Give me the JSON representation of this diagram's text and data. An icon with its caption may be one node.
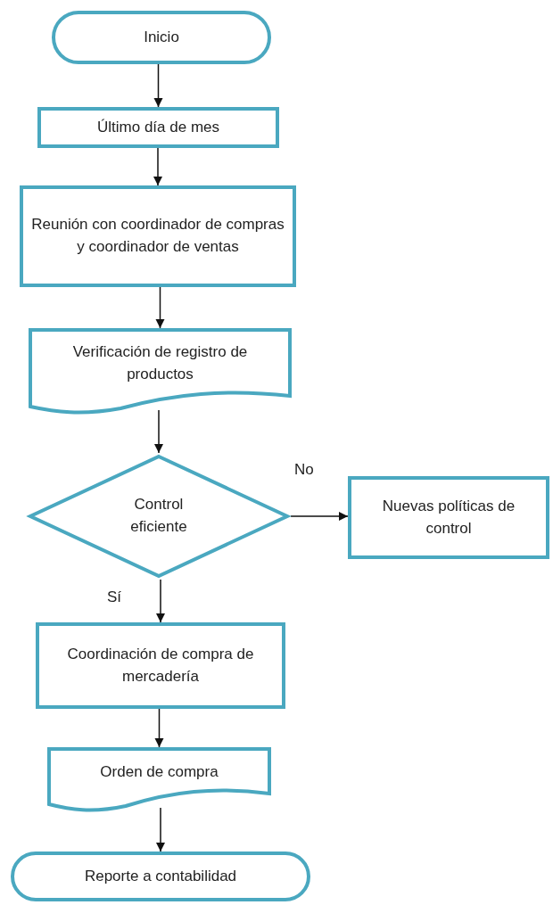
{
  "diagram": {
    "nodes": [
      {
        "text": [
          "Inicio"
        ]
      },
      {
        "text": [
          "Último día de mes"
        ]
      },
      {
        "text": [
          "Reunión con coordinador de compras y coordinador de ventas"
        ]
      },
      {
        "text": [
          "Verificación de registro de productos"
        ]
      },
      {
        "text": [
          "Control eficiente"
        ]
      },
      {
        "text": [
          "Nuevas políticas de control"
        ]
      },
      {
        "text": [
          "Coordinación de compra de mercadería"
        ]
      },
      {
        "text": [
          "Orden de compra"
        ]
      },
      {
        "text": [
          "Reporte a contabilidad"
        ]
      }
    ],
    "edges": [
      {
        "from": 0,
        "to": 1,
        "arrow": "to"
      },
      {
        "from": 1,
        "to": 2,
        "arrow": "to"
      },
      {
        "from": 2,
        "to": 3,
        "arrow": "to"
      },
      {
        "from": 3,
        "to": 4,
        "arrow": "to"
      },
      {
        "from": 4,
        "to": 5,
        "arrow": "to",
        "label": "No"
      },
      {
        "from": 4,
        "to": 6,
        "arrow": "to",
        "label": "Sí"
      },
      {
        "from": 6,
        "to": 7,
        "arrow": "to"
      },
      {
        "from": 7,
        "to": 8,
        "arrow": "to"
      }
    ]
  }
}
